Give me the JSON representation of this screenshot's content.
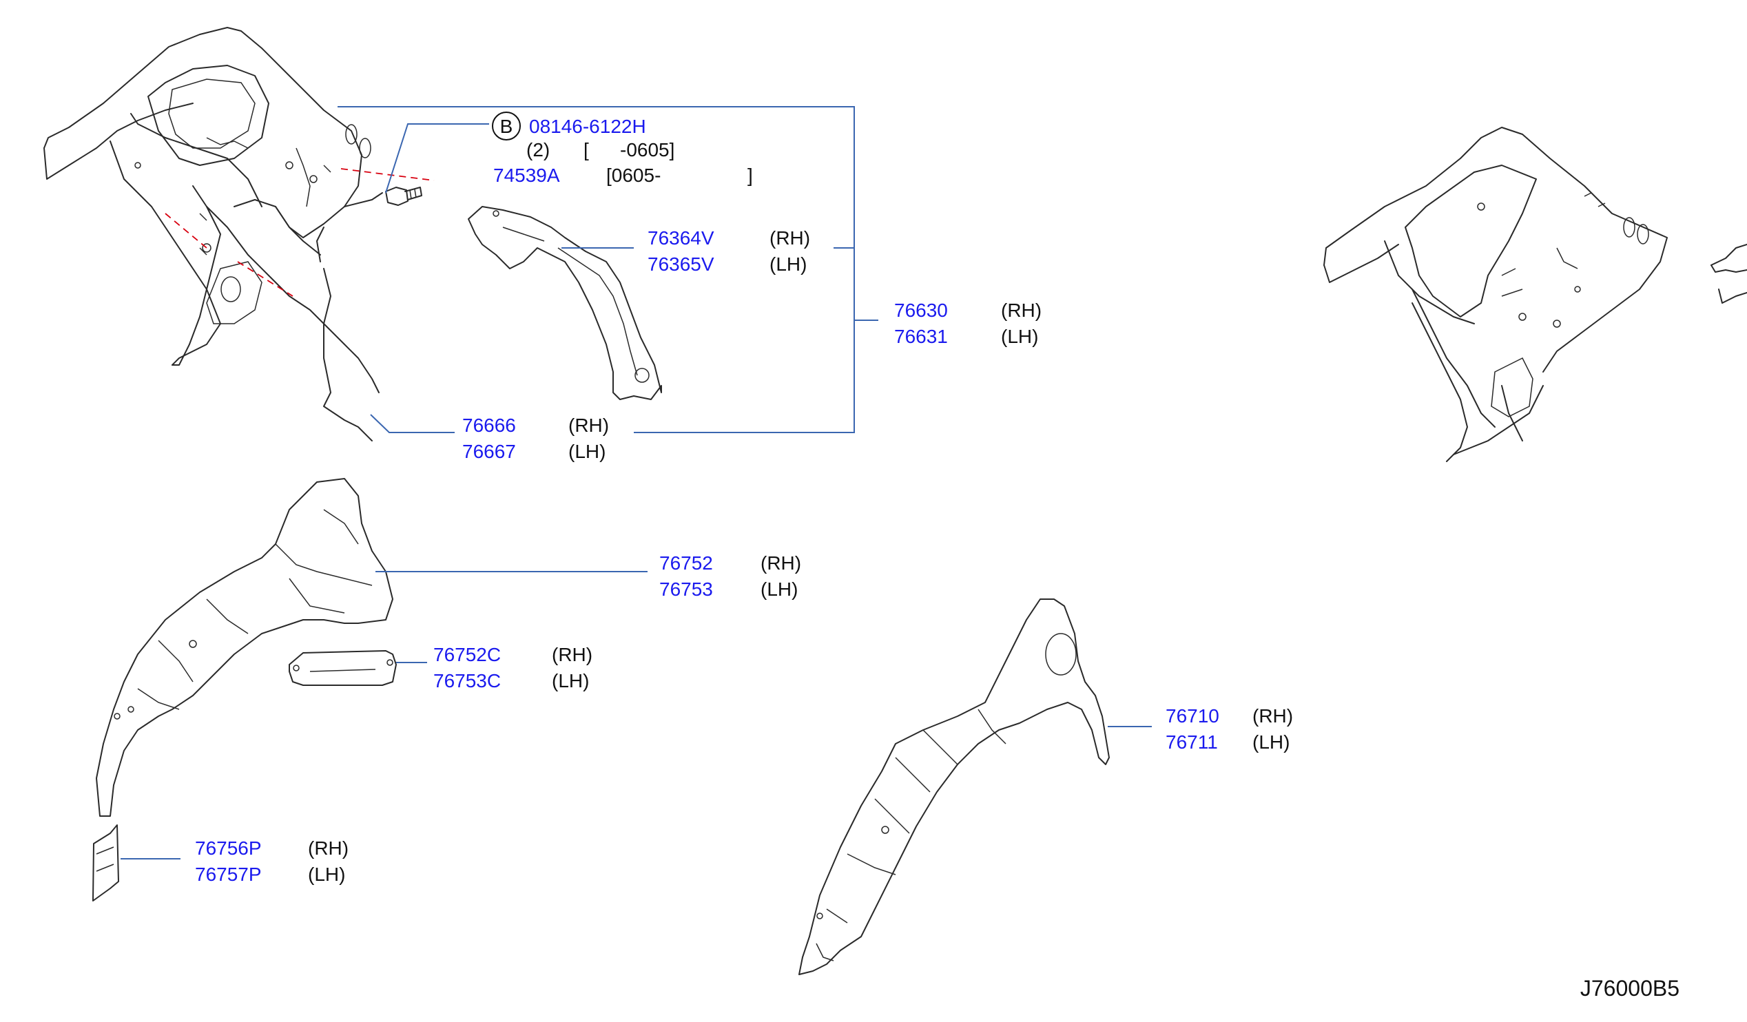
{
  "diagram_code": "J76000B5",
  "bolt": {
    "marker": "B",
    "part_number": "08146-6122H",
    "qty": "(2)",
    "range_start": "[",
    "range_end": "-0605]",
    "alt_part_number": "74539A",
    "alt_range_start": "[0605-",
    "alt_range_end": "]"
  },
  "labels": {
    "p76364": {
      "part": "76364V",
      "side": "(RH)"
    },
    "p76365": {
      "part": "76365V",
      "side": "(LH)"
    },
    "p76630": {
      "part": "76630",
      "side": "(RH)"
    },
    "p76631": {
      "part": "76631",
      "side": "(LH)"
    },
    "p76666": {
      "part": "76666",
      "side": "(RH)"
    },
    "p76667": {
      "part": "76667",
      "side": "(LH)"
    },
    "p76752": {
      "part": "76752",
      "side": "(RH)"
    },
    "p76753": {
      "part": "76753",
      "side": "(LH)"
    },
    "p76752c": {
      "part": "76752C",
      "side": "(RH)"
    },
    "p76753c": {
      "part": "76753C",
      "side": "(LH)"
    },
    "p76756p": {
      "part": "76756P",
      "side": "(RH)"
    },
    "p76757p": {
      "part": "76757P",
      "side": "(LH)"
    },
    "p76710": {
      "part": "76710",
      "side": "(RH)"
    },
    "p76711": {
      "part": "76711",
      "side": "(LH)"
    }
  }
}
